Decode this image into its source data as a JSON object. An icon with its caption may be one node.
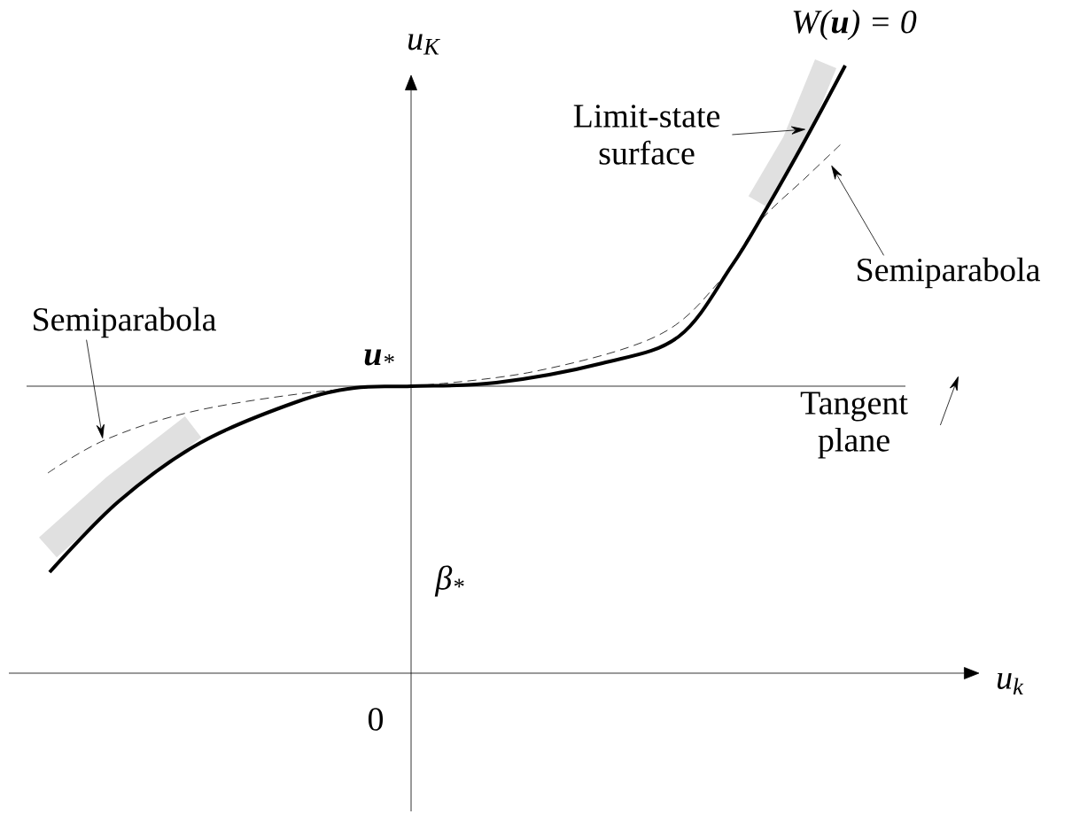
{
  "diagram": {
    "nodes": [
      {
        "text": [
          "Limit-state surface"
        ]
      },
      {
        "text": [
          "Semiparabola"
        ]
      },
      {
        "text": [
          "Semiparabola"
        ]
      },
      {
        "text": [
          "Tangent plane"
        ]
      },
      {
        "text": [],
        "shape": "band"
      },
      {
        "text": [],
        "shape": "band"
      },
      {
        "text": [],
        "shape": "curve"
      },
      {
        "text": [],
        "shape": "curve"
      }
    ],
    "edges": [
      {
        "from": 0,
        "to": 4,
        "arrow": "to"
      },
      {
        "from": 1,
        "to": 7,
        "arrow": "to"
      },
      {
        "from": 2,
        "to": 6,
        "arrow": "to"
      },
      {
        "from": 3,
        "to": null,
        "arrow": "to"
      }
    ],
    "labels": [
      "W(**u**) = 0",
      "u$_{K}$",
      "**u**$_{*}$",
      "β$_{*}$",
      "u$_{k}$",
      "0"
    ]
  }
}
